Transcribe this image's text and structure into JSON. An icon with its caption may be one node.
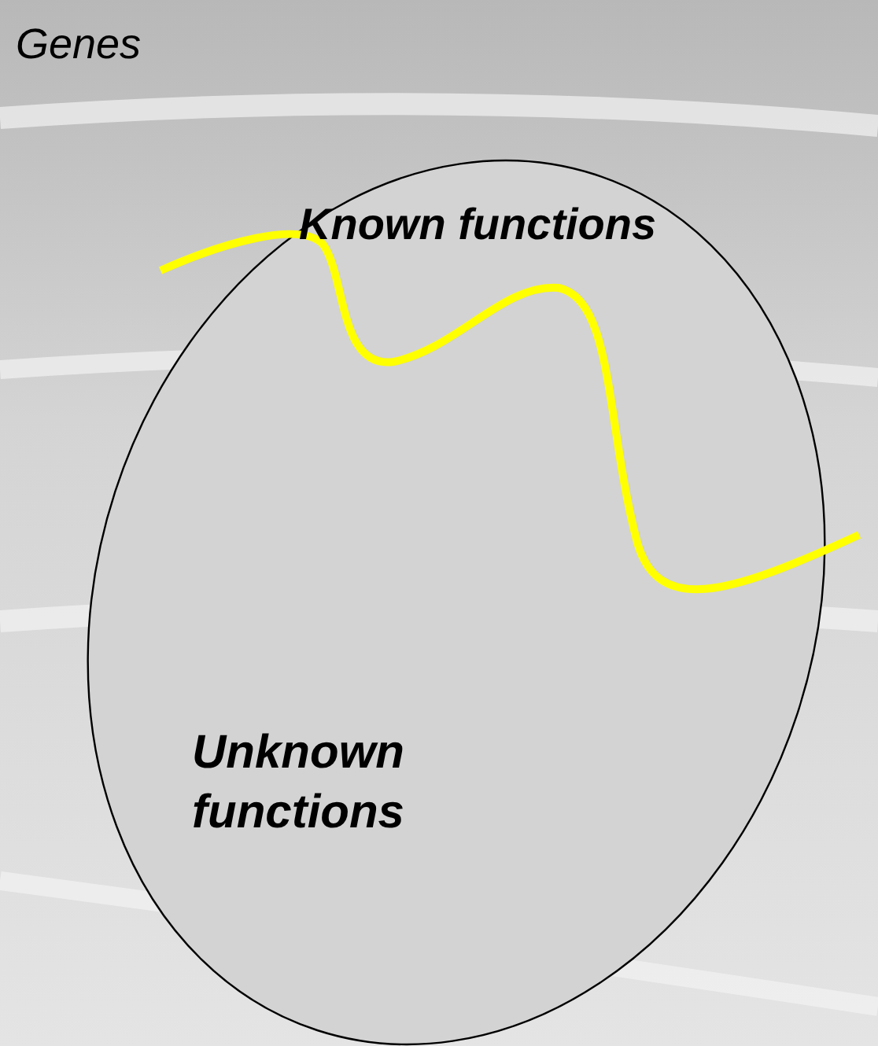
{
  "diagram": {
    "nodes": [
      {
        "text": [
          "Genes",
          "Known functions",
          "Unknown functions"
        ]
      }
    ]
  }
}
